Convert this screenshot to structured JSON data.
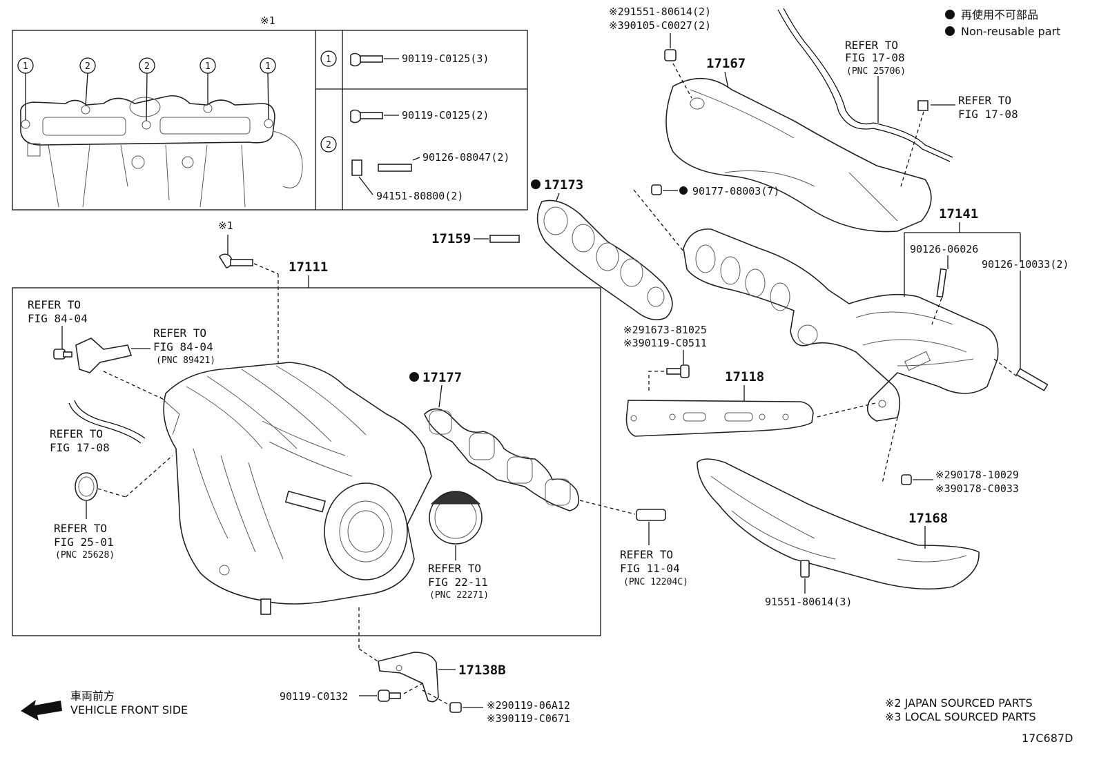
{
  "legend": {
    "jp_label": "再使用不可部品",
    "en_label": "Non-reusable part",
    "japan_sourced": "※2 JAPAN SOURCED PARTS",
    "local_sourced": "※3 LOCAL SOURCED PARTS"
  },
  "front_side": {
    "jp": "車両前方",
    "en": "VEHICLE FRONT SIDE"
  },
  "figure_code": "17C687D",
  "inset": {
    "title": "※1",
    "markers": [
      "1",
      "2",
      "2",
      "1",
      "1"
    ],
    "rows": [
      {
        "key": "1",
        "parts": [
          "90119-C0125(3)"
        ]
      },
      {
        "key": "2",
        "parts": [
          "90119-C0125(2)",
          "90126-08047(2)",
          "94151-80800(2)"
        ]
      }
    ]
  },
  "callouts": {
    "p17167": "17167",
    "p17141": "17141",
    "p17173": "17173",
    "p17177": "17177",
    "p17159": "17159",
    "p17111": "17111",
    "p17118": "17118",
    "p17168": "17168",
    "p17138b": "17138B",
    "star1": "※1",
    "nut_top_a": "※291551-80614(2)",
    "nut_top_b": "※390105-C0027(2)",
    "nut_90177": "90177-08003(7)",
    "stud_06026": "90126-06026",
    "stud_10033": "90126-10033(2)",
    "bolt_81025": "※291673-81025",
    "bolt_c0511": "※390119-C0511",
    "nut_10029": "※290178-10029",
    "nut_c0033": "※390178-C0033",
    "screw_80614": "91551-80614(3)",
    "bolt_c0132": "90119-C0132",
    "bolt_06a12": "※290119-06A12",
    "bolt_c0671": "※390119-C0671"
  },
  "refer": {
    "r1708_top": {
      "l1": "REFER TO",
      "l2": "FIG 17-08",
      "l3": "(PNC 25706)"
    },
    "r1708_right": {
      "l1": "REFER TO",
      "l2": "FIG 17-08"
    },
    "r8404_a": {
      "l1": "REFER TO",
      "l2": "FIG 84-04"
    },
    "r8404_b": {
      "l1": "REFER TO",
      "l2": "FIG 84-04",
      "l3": "(PNC 89421)"
    },
    "r1708_left": {
      "l1": "REFER TO",
      "l2": "FIG 17-08"
    },
    "r2501": {
      "l1": "REFER TO",
      "l2": "FIG 25-01",
      "l3": "(PNC 25628)"
    },
    "r2211": {
      "l1": "REFER TO",
      "l2": "FIG 22-11",
      "l3": "(PNC 22271)"
    },
    "r1104": {
      "l1": "REFER TO",
      "l2": "FIG 11-04",
      "l3": "(PNC 12204C)"
    }
  }
}
